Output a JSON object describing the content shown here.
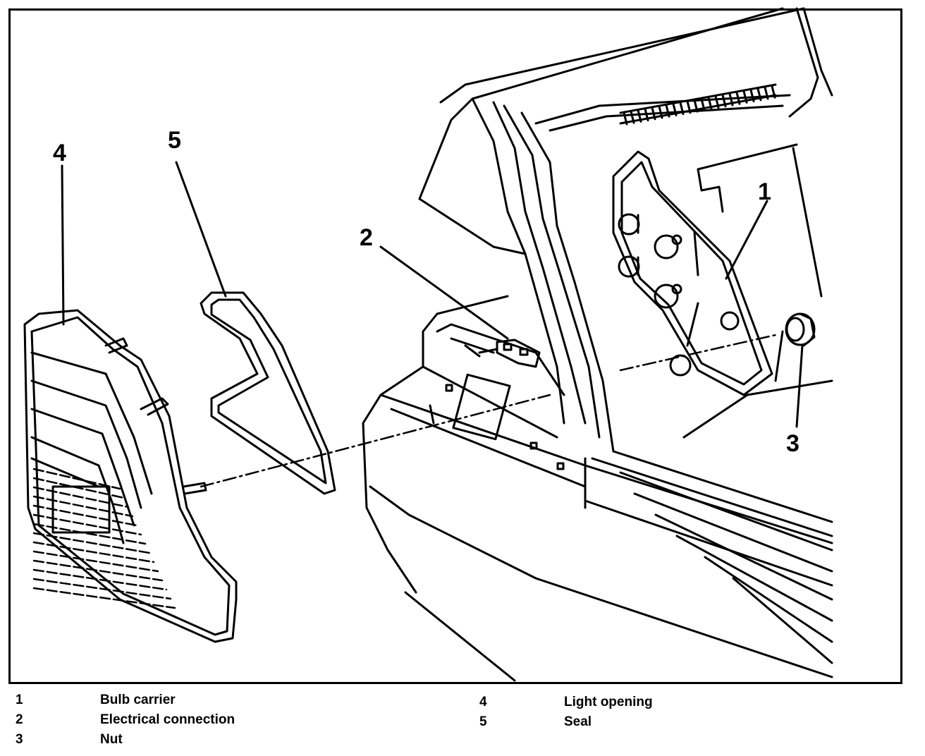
{
  "callouts": [
    "1",
    "2",
    "3",
    "4",
    "5"
  ],
  "legend": [
    {
      "num": "1",
      "label": "Bulb carrier"
    },
    {
      "num": "2",
      "label": "Electrical connection"
    },
    {
      "num": "3",
      "label": "Nut"
    },
    {
      "num": "4",
      "label": "Light opening"
    },
    {
      "num": "5",
      "label": "Seal"
    }
  ],
  "colors": {
    "ink": "#000000",
    "paper": "#ffffff"
  }
}
